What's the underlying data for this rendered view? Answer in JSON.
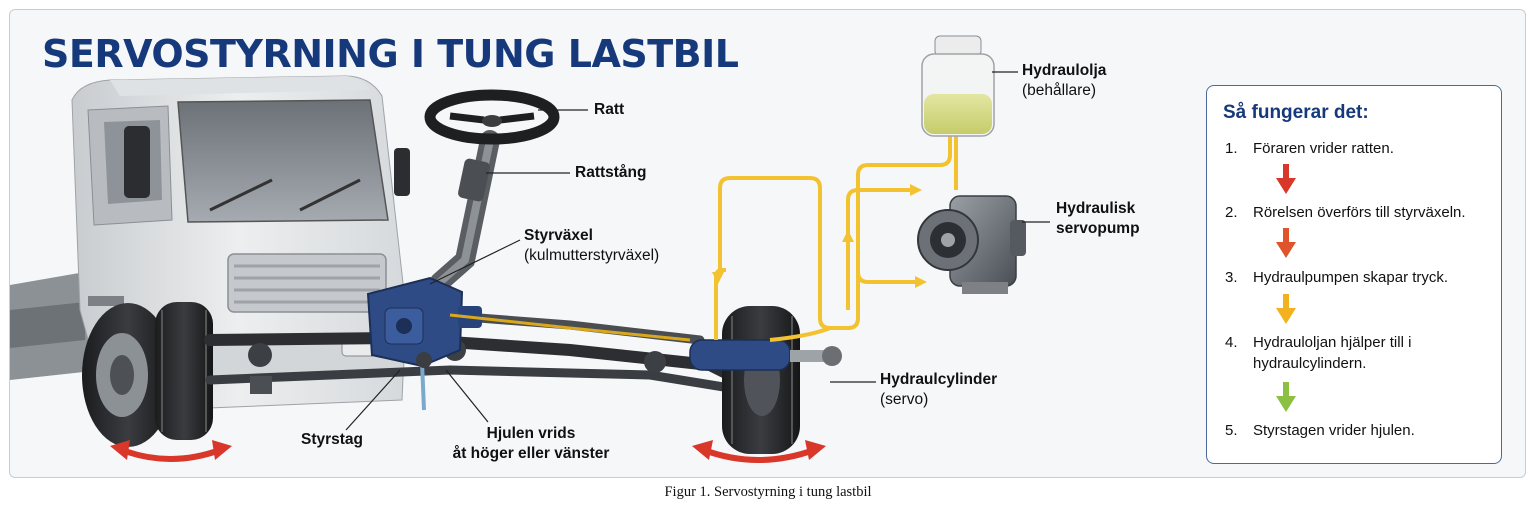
{
  "title": "SERVOSTYRNING I TUNG LASTBIL",
  "labels": {
    "ratt": "Ratt",
    "rattstang": "Rattstång",
    "styrvaxel_1": "Styrväxel",
    "styrvaxel_2": "(kulmutterstyrväxel)",
    "hydraulolja_1": "Hydraulolja",
    "hydraulolja_2": "(behållare)",
    "servopump_1": "Hydraulisk",
    "servopump_2": "servopump",
    "cylinder_1": "Hydraulcylinder",
    "cylinder_2": "(servo)",
    "styrstag": "Styrstag",
    "hjulen_1": "Hjulen vrids",
    "hjulen_2": "åt höger eller vänster"
  },
  "panel": {
    "title": "Så fungerar det:",
    "steps": [
      {
        "num": "1.",
        "text": "Föraren vrider ratten."
      },
      {
        "num": "2.",
        "text": "Rörelsen överförs till styrväxeln."
      },
      {
        "num": "3.",
        "text": "Hydraulpumpen skapar tryck."
      },
      {
        "num": "4.",
        "text": "Hydrauloljan hjälper till i hydraulcylindern."
      },
      {
        "num": "5.",
        "text": "Styrstagen vrider hjulen."
      }
    ],
    "arrow_colors": [
      "#d8372a",
      "#e0542b",
      "#f2b21f",
      "#8cc043"
    ]
  },
  "caption": "Figur 1. Servostyrning i tung lastbil",
  "colors": {
    "title": "#15397a",
    "hydraulic_line": "#f2c230",
    "steering_gear": "#2f4b86",
    "motion_arrow": "#d8372a"
  }
}
